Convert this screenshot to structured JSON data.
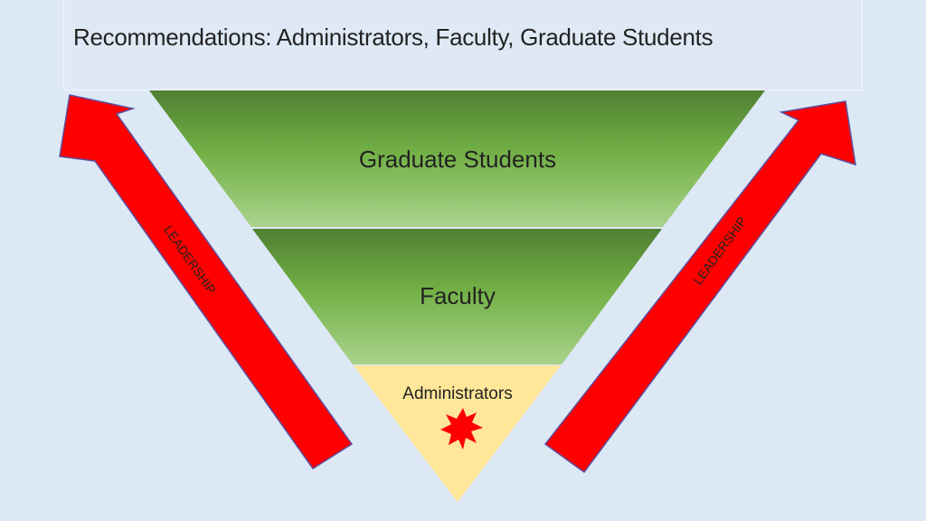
{
  "title": "Recommendations: Administrators, Faculty, Graduate Students",
  "pyramid": {
    "top_label": "Graduate Students",
    "middle_label": "Faculty",
    "bottom_label": "Administrators"
  },
  "arrows": {
    "left_label": "LEADERSHIP",
    "right_label": "LEADERSHIP",
    "color": "#ff0000"
  },
  "colors": {
    "background": "#dde8f5",
    "green_dark": "#548235",
    "green_light": "#a9d18e",
    "bottom_fill": "#ffe699",
    "burst": "#ff0000"
  }
}
